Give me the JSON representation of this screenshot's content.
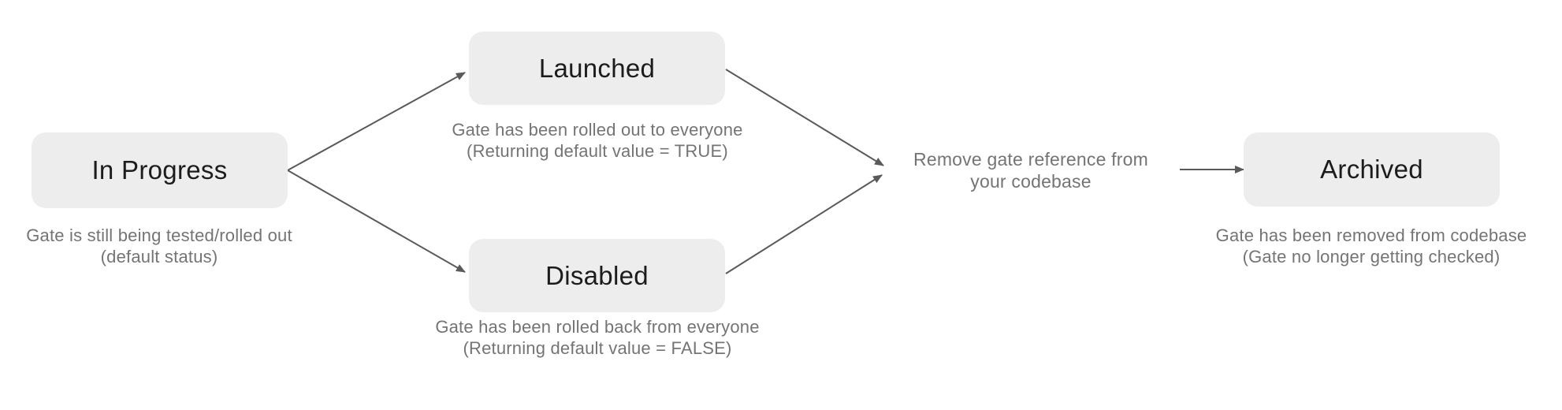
{
  "diagram": {
    "title_semantic": "feature-gate-lifecycle-flowchart",
    "nodes": {
      "in_progress": {
        "label": "In Progress",
        "caption_line1": "Gate is still being tested/rolled out",
        "caption_line2": "(default status)"
      },
      "launched": {
        "label": "Launched",
        "caption_line1": "Gate has been rolled out to everyone",
        "caption_line2": "(Returning default value = TRUE)"
      },
      "disabled": {
        "label": "Disabled",
        "caption_line1": "Gate has been rolled back from everyone",
        "caption_line2": "(Returning default value = FALSE)"
      },
      "archived": {
        "label": "Archived",
        "caption_line1": "Gate has been removed from codebase",
        "caption_line2": "(Gate no longer getting checked)"
      }
    },
    "connector_note": {
      "line1": "Remove gate reference from",
      "line2": "your codebase"
    },
    "edges": [
      "in_progress -> launched",
      "in_progress -> disabled",
      "launched -> remove_gate_reference_note",
      "disabled -> remove_gate_reference_note",
      "remove_gate_reference_note -> archived"
    ],
    "colors": {
      "node_fill": "#ededed",
      "node_text": "#1c1c1c",
      "caption_text": "#747474",
      "arrow_color": "#5a5a5a",
      "bg": "#ffffff"
    }
  }
}
